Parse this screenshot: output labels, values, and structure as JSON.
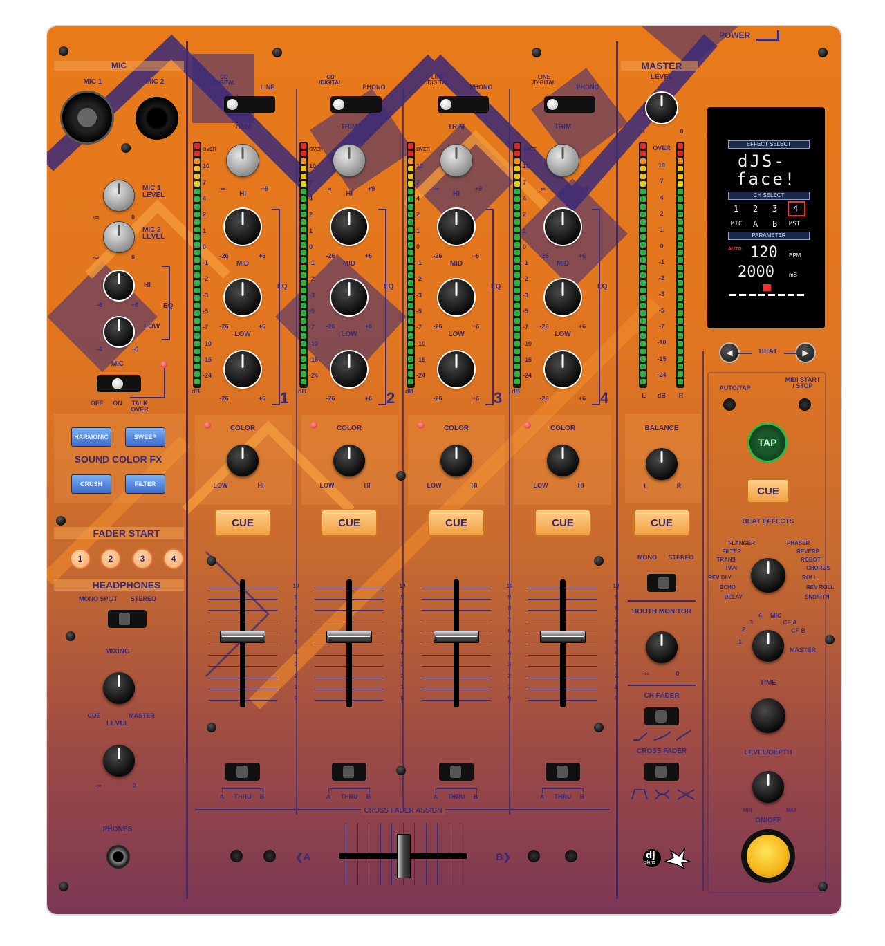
{
  "power": "POWER",
  "mic": {
    "section": "MIC",
    "mic1": "MIC 1",
    "mic2": "MIC 2",
    "mic1_level": "MIC 1\nLEVEL",
    "mic2_level": "MIC 2\nLEVEL",
    "hi": "HI",
    "low": "LOW",
    "eq": "EQ",
    "minus_inf": "-∞",
    "zero": "0",
    "minus6": "-6",
    "plus6": "+6",
    "switch_label": "MIC",
    "off": "OFF",
    "on": "ON",
    "talk_over": "TALK\nOVER"
  },
  "sound_color_fx": {
    "title": "SOUND COLOR FX",
    "buttons": [
      "HARMONIC",
      "SWEEP",
      "CRUSH",
      "FILTER"
    ]
  },
  "fader_start": {
    "title": "FADER START",
    "buttons": [
      "1",
      "2",
      "3",
      "4"
    ]
  },
  "headphones": {
    "title": "HEADPHONES",
    "mono_split": "MONO SPLIT",
    "stereo": "STEREO",
    "mixing": "MIXING",
    "cue": "CUE",
    "master": "MASTER",
    "level": "LEVEL",
    "minus_inf": "-∞",
    "zero": "0",
    "phones": "PHONES"
  },
  "channels": [
    {
      "num": "1",
      "src_left": "CD\n/DIGITAL",
      "src_right": "LINE"
    },
    {
      "num": "2",
      "src_left": "CD\n/DIGITAL",
      "src_right": "PHONO"
    },
    {
      "num": "3",
      "src_left": "LINE\n/DIGITAL",
      "src_right": "PHONO"
    },
    {
      "num": "4",
      "src_left": "LINE\n/DIGITAL",
      "src_right": "PHONO"
    }
  ],
  "channel_labels": {
    "trim": "TRIM",
    "hi": "HI",
    "mid": "MID",
    "low": "LOW",
    "eq": "EQ",
    "minus_inf": "-∞",
    "plus9": "+9",
    "minus26": "-26",
    "plus6": "+6",
    "color": "COLOR",
    "color_low": "LOW",
    "color_hi": "HI",
    "cue": "CUE",
    "a": "A",
    "thru": "THRU",
    "b": "B",
    "db": "dB"
  },
  "meter_scale": [
    "OVER",
    "10",
    "7",
    "4",
    "2",
    "1",
    "0",
    "-1",
    "-2",
    "-3",
    "-5",
    "-7",
    "-10",
    "-15",
    "-24"
  ],
  "fader_scale": [
    "10",
    "9",
    "8",
    "7",
    "6",
    "5",
    "4",
    "3",
    "2",
    "1",
    "0"
  ],
  "cross_fader": {
    "assign": "CROSS FADER ASSIGN",
    "a": "❮A",
    "b": "B❯"
  },
  "master": {
    "title": "MASTER",
    "level": "LEVEL",
    "minus_inf": "-∞",
    "zero": "0",
    "over": "OVER",
    "l": "L",
    "db": "dB",
    "r": "R",
    "balance": "BALANCE",
    "bal_l": "L",
    "bal_r": "R",
    "cue": "CUE",
    "mono": "MONO",
    "stereo": "STEREO",
    "booth": "BOOTH MONITOR",
    "ch_fader": "CH FADER",
    "cross_fader": "CROSS FADER"
  },
  "screen": {
    "effect_select": "EFFECT SELECT",
    "display_line1": "dJS-",
    "display_line2": "face!",
    "ch_select": "CH SELECT",
    "channels": [
      "1",
      "2",
      "3",
      "4"
    ],
    "selected": "4",
    "sources": [
      "MIC",
      "A",
      "B",
      "MST"
    ],
    "parameter": "PARAMETER",
    "auto": "AUTO",
    "bpm_value": "120",
    "bpm_unit": "BPM",
    "ms_value": "2000",
    "ms_unit": "mS"
  },
  "effects": {
    "beat": "BEAT",
    "beat_left": "◀",
    "beat_right": "▶",
    "auto_tap": "AUTO/TAP",
    "midi": "MIDI START\n/ STOP",
    "tap": "TAP",
    "cue": "CUE",
    "beat_effects": "BEAT EFFECTS",
    "effect_names": [
      "FLANGER",
      "PHASER",
      "FILTER",
      "REVERB",
      "TRANS",
      "ROBOT",
      "PAN",
      "CHORUS",
      "REV DLY",
      "ROLL",
      "ECHO",
      "REV ROLL",
      "DELAY",
      "SND/RTN"
    ],
    "channel_names": [
      "4",
      "MIC",
      "CF A",
      "2",
      "3",
      "CF B",
      "1",
      "MASTER"
    ],
    "time": "TIME",
    "level_depth": "LEVEL/DEPTH",
    "min": "MIN",
    "max": "MAX",
    "on_off": "ON/OFF"
  },
  "brand": {
    "line1": "dj",
    "line2": "skins"
  },
  "colors": {
    "accent": "#3a2a78",
    "orange": "#e87a1a",
    "cue": "#f0a043",
    "tap_ring": "#1fbf4a"
  }
}
